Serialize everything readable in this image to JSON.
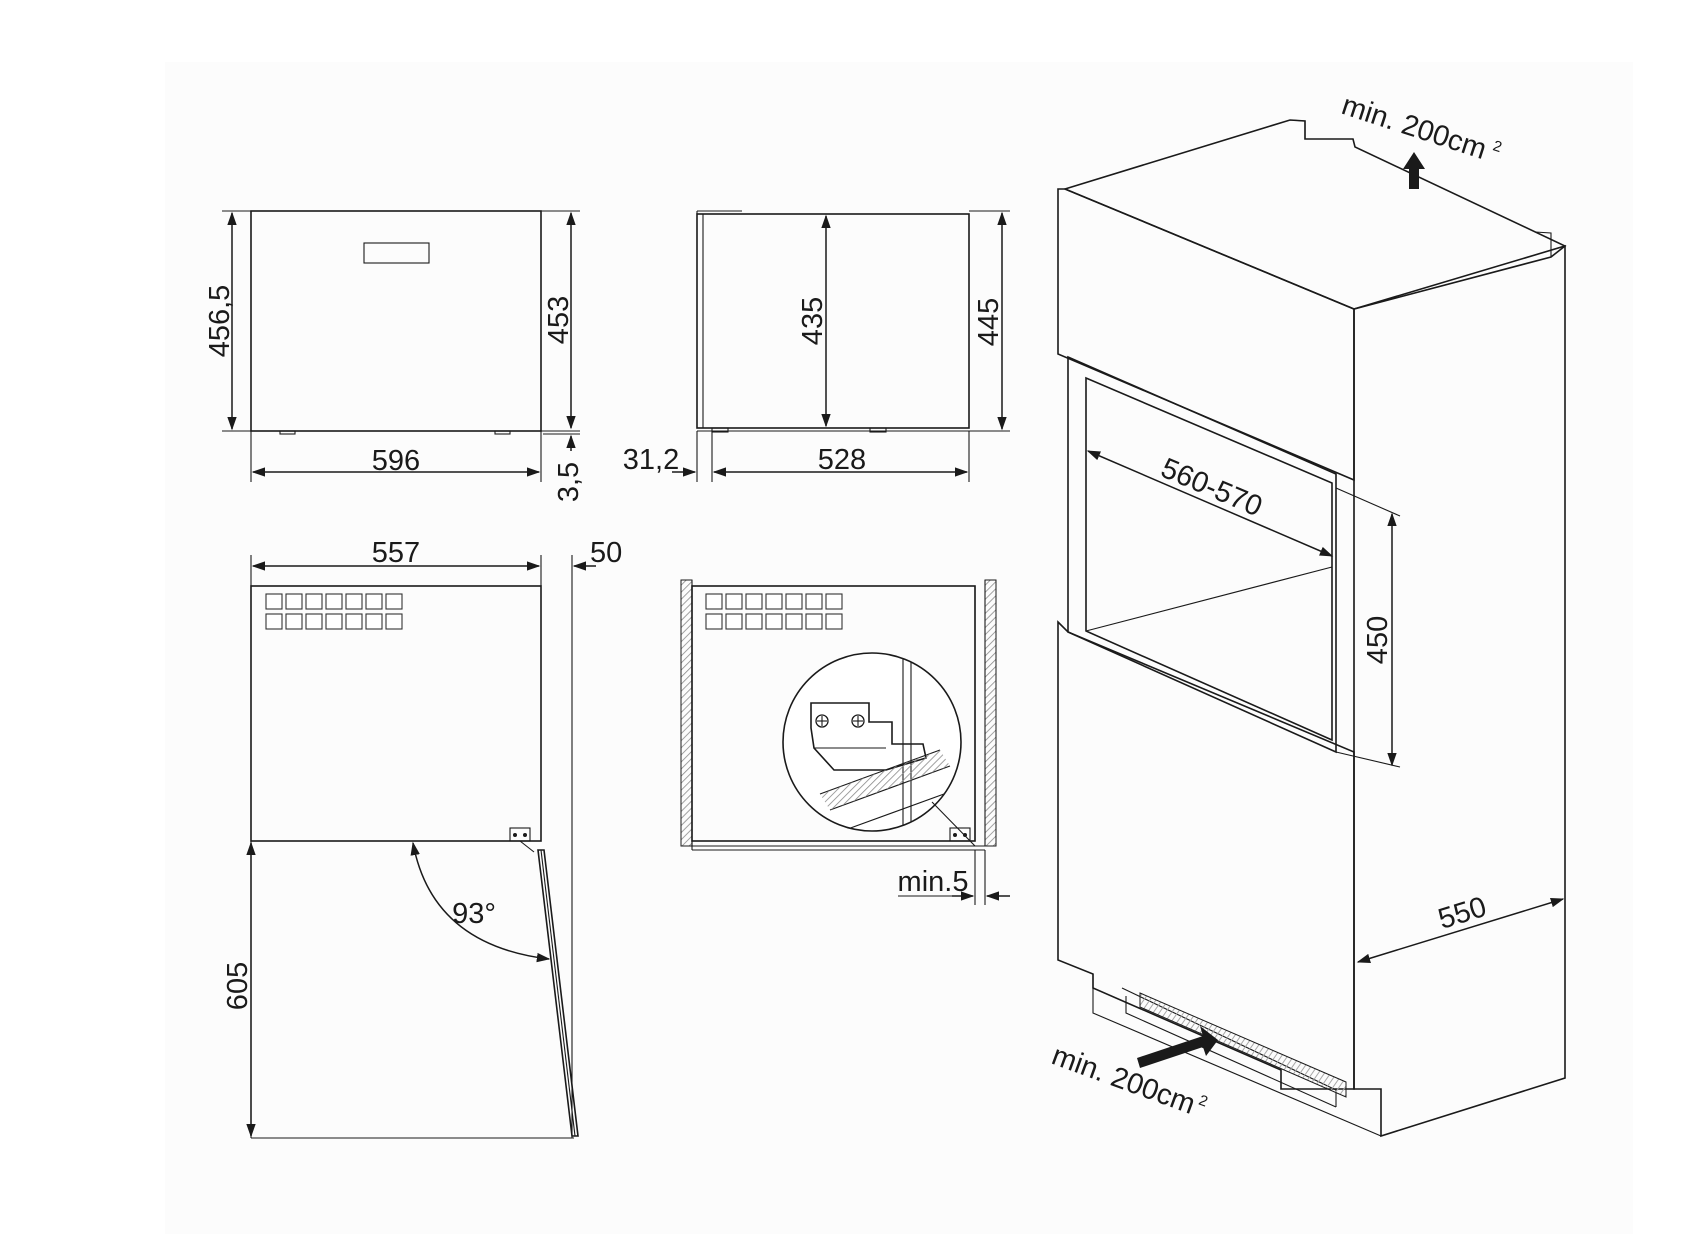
{
  "front_view": {
    "width": "596",
    "height_total": "456,5",
    "height_body": "453",
    "foot": "3,5"
  },
  "side_view": {
    "offset": "31,2",
    "depth": "528",
    "height_inner": "435",
    "height_outer": "445"
  },
  "top_view": {
    "width": "557",
    "door_offset": "50",
    "door_angle": "93°",
    "door_clearance_depth": "605"
  },
  "detail_view": {
    "min_gap": "min.5"
  },
  "cabinet": {
    "niche_width": "560-570",
    "niche_height": "450",
    "depth": "550",
    "vent_top": "min. 200cm",
    "vent_top_sup": "2",
    "vent_bottom": "min. 200cm",
    "vent_bottom_sup": "2"
  },
  "colors": {
    "line": "#1a1a1a",
    "vent_grille": "#b5b5b5",
    "wall_hatch": "#9a9a9a"
  }
}
